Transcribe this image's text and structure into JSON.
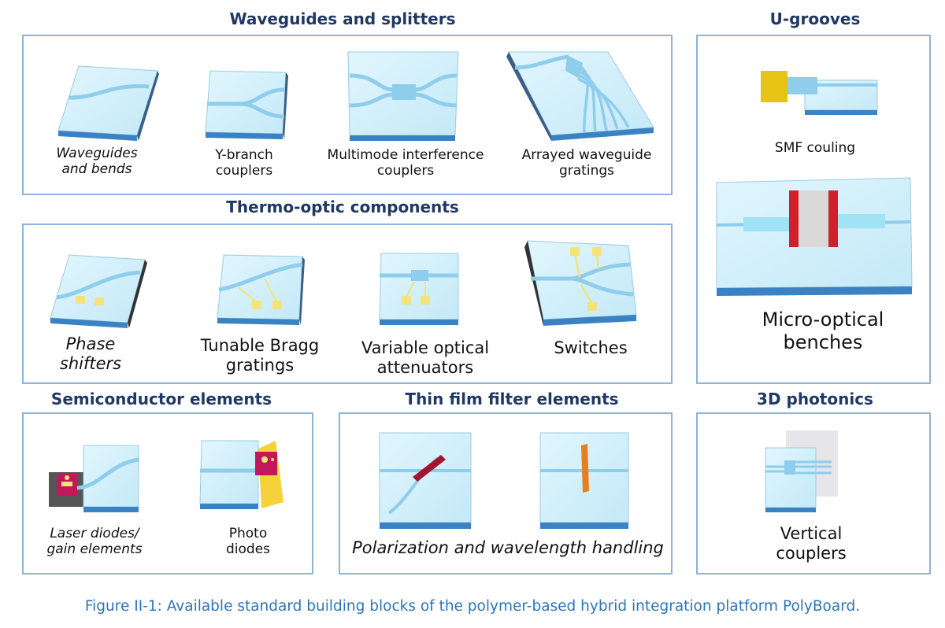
{
  "sections": {
    "waveguides": {
      "title": "Waveguides and splitters",
      "items": [
        {
          "label": "Waveguides\nand bends",
          "icon": "waveguide-bend-icon"
        },
        {
          "label": "Y-branch\ncouplers",
          "icon": "y-branch-icon"
        },
        {
          "label": "Multimode interference\ncouplers",
          "icon": "mmi-coupler-icon"
        },
        {
          "label": "Arrayed waveguide\ngratings",
          "icon": "awg-icon"
        }
      ]
    },
    "thermo": {
      "title": "Thermo-optic components",
      "items": [
        {
          "label": "Phase\nshifters",
          "icon": "phase-shifter-icon"
        },
        {
          "label": "Tunable Bragg\ngratings",
          "icon": "bragg-grating-icon"
        },
        {
          "label": "Variable optical\nattenuators",
          "icon": "attenuator-icon"
        },
        {
          "label": "Switches",
          "icon": "switch-icon"
        }
      ]
    },
    "semiconductor": {
      "title": "Semiconductor elements",
      "items": [
        {
          "label": "Laser diodes/\ngain elements",
          "icon": "laser-diode-icon"
        },
        {
          "label": "Photo\ndiodes",
          "icon": "photodiode-icon"
        }
      ]
    },
    "thinfilm": {
      "title": "Thin film filter elements",
      "items": [
        {
          "label": "Polarization and wavelength handling",
          "icon": "thin-film-filter-icon"
        }
      ]
    },
    "ugrooves": {
      "title": "U-grooves",
      "items": [
        {
          "label": "SMF couling",
          "icon": "smf-coupling-icon"
        },
        {
          "label": "Micro-optical\nbenches",
          "icon": "micro-optical-bench-icon"
        }
      ]
    },
    "photonics3d": {
      "title": "3D photonics",
      "items": [
        {
          "label": "Vertical\ncouplers",
          "icon": "vertical-coupler-icon"
        }
      ]
    }
  },
  "caption": "Figure II-1: Available standard building blocks of the polymer-based hybrid integration platform PolyBoard.",
  "colors": {
    "title": "#1f3864",
    "border": "#8fb3d9",
    "chip_top": "#cfeefa",
    "chip_side": "#3b82c4",
    "waveguide": "#8ecdeb",
    "heater": "#f3e37a",
    "caption": "#2e75b6"
  }
}
